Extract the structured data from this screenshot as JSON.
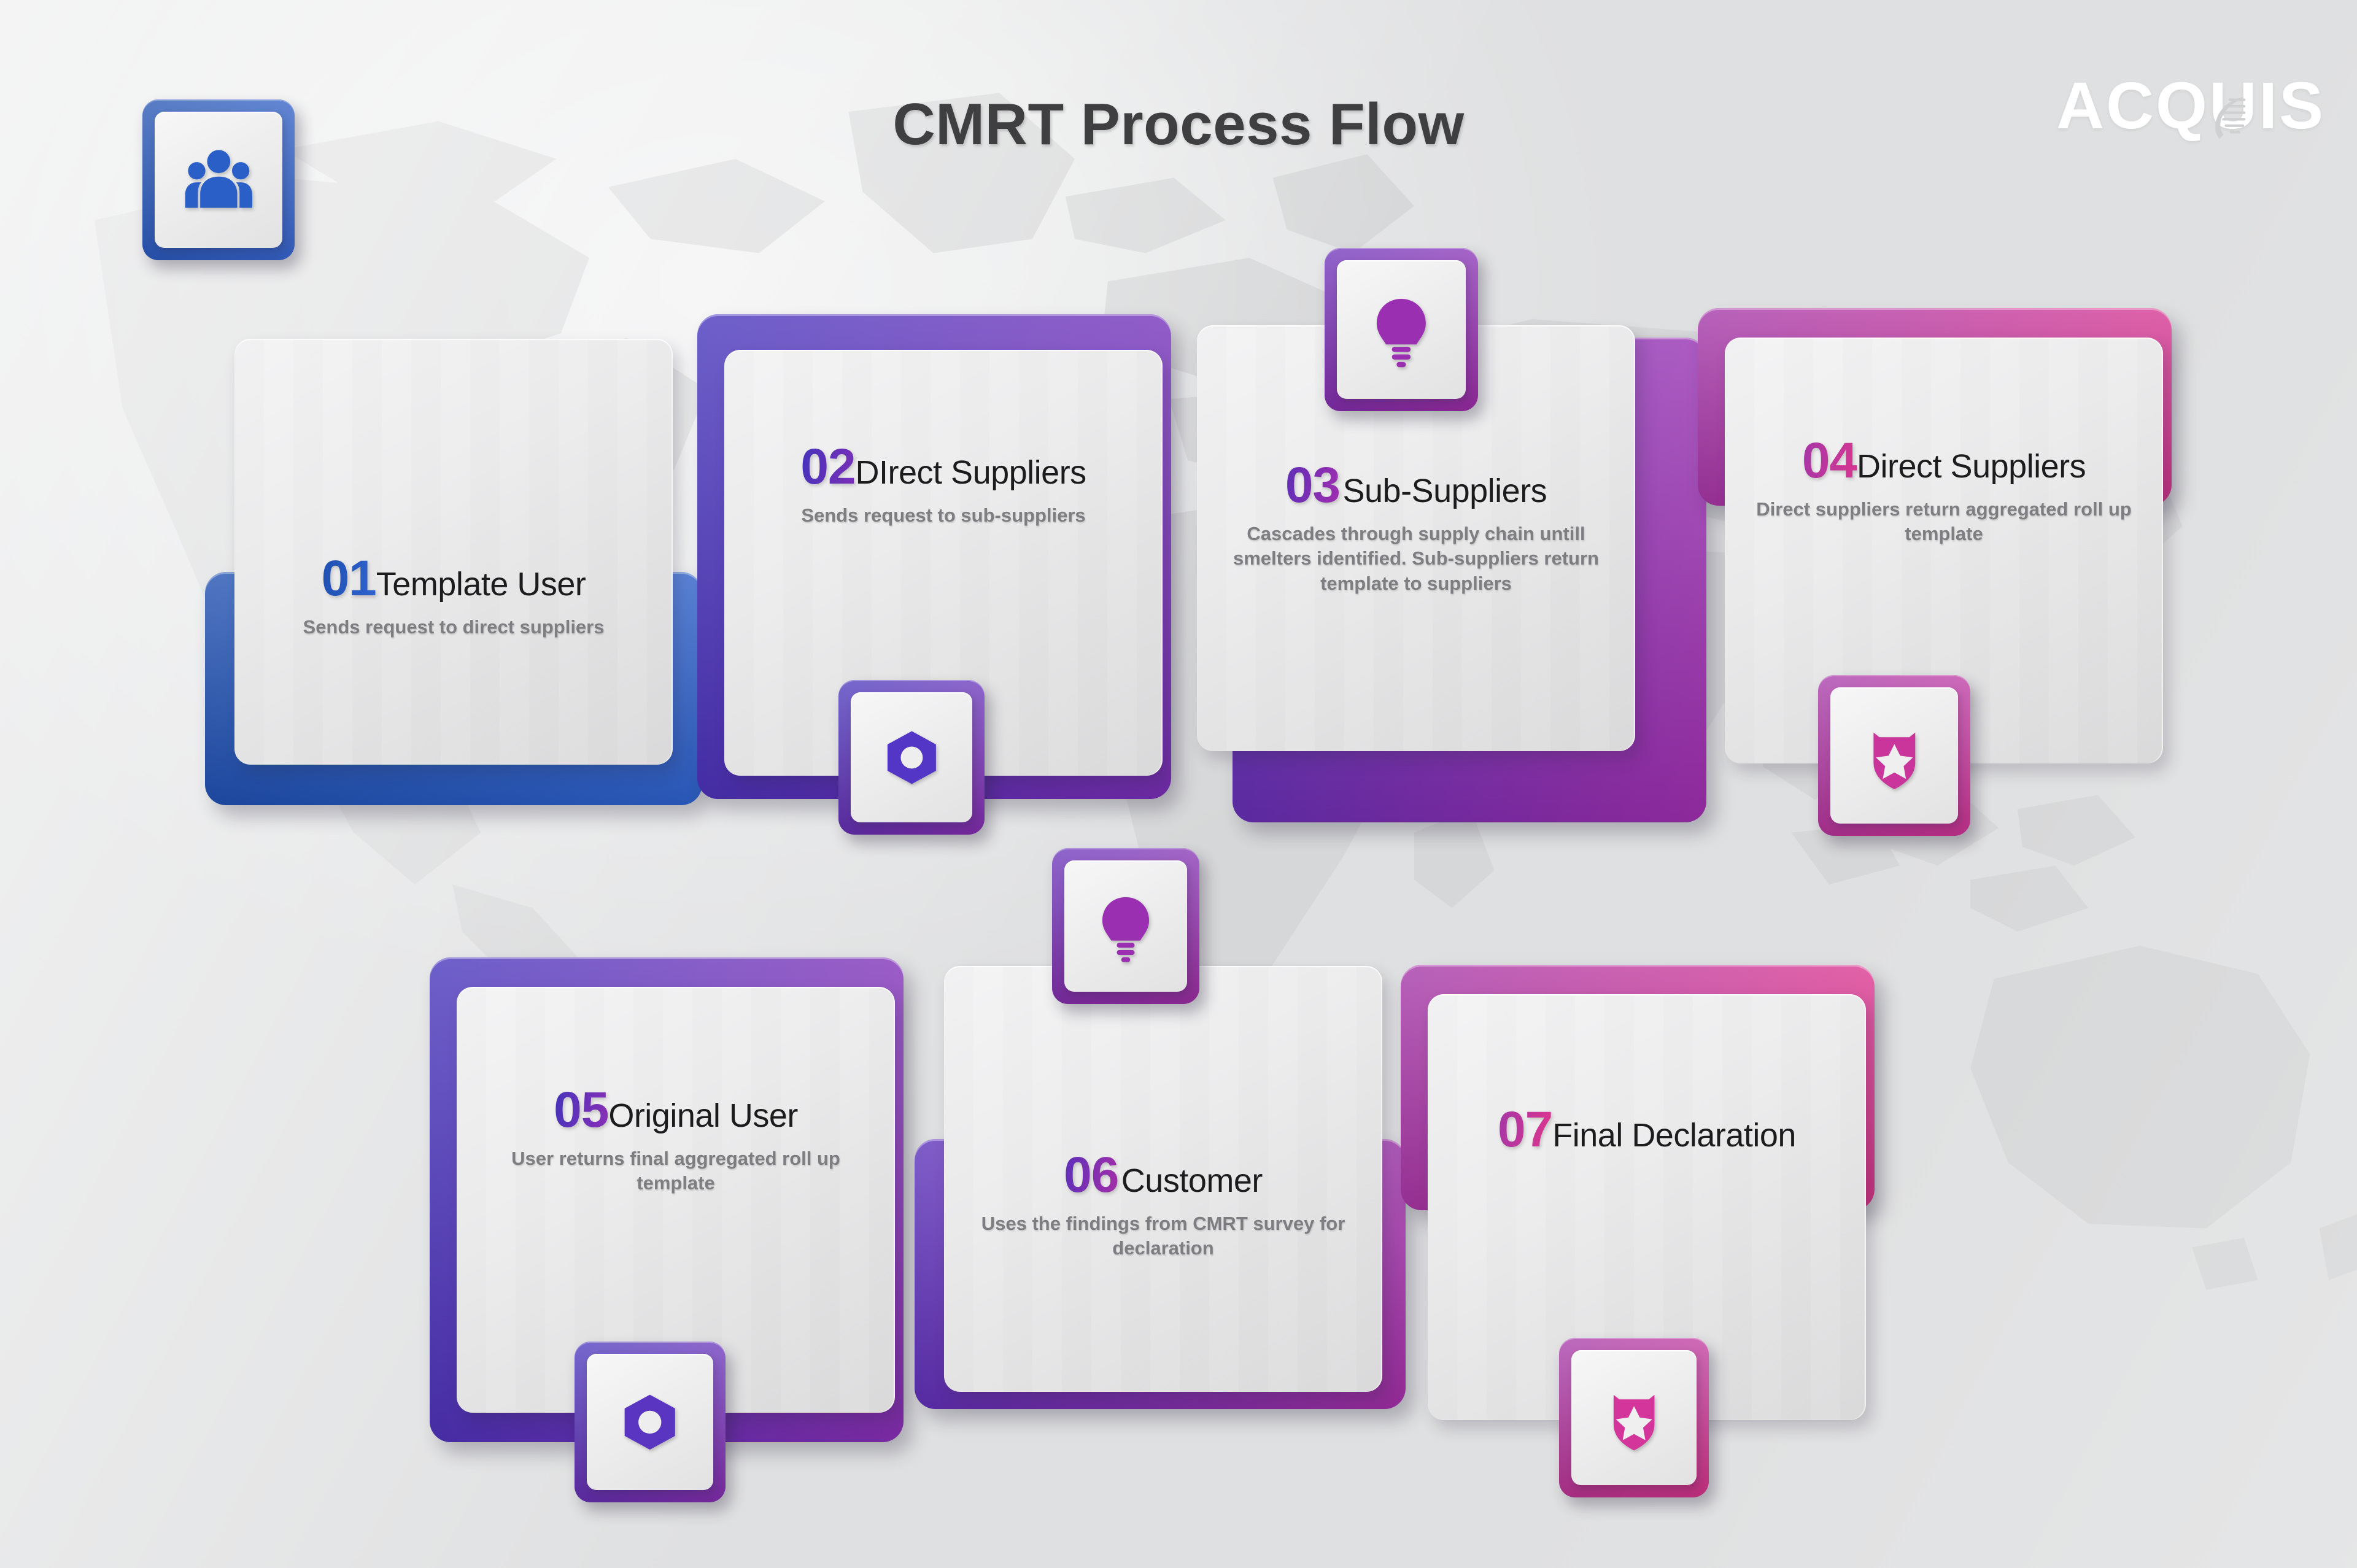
{
  "header": {
    "title": "CMRT Process Flow",
    "logo_text": "ACQUIS",
    "logo_icon": "leaf-icon"
  },
  "palette": {
    "background": "#e9eaeb",
    "title_color": "#3f3f42",
    "logo_color": "#ffffff",
    "desc_color": "#7d7d82",
    "title_text_color": "#1c1c1e",
    "step01_from": "#1f4fb0",
    "step01_to": "#2f63cf",
    "step02_from": "#4433bb",
    "step02_to": "#7c2fb8",
    "step03_from": "#5c2fb6",
    "step03_to": "#a12eb0",
    "step04_from": "#a336a8",
    "step04_to": "#d9368f",
    "step05_from": "#4433bb",
    "step05_to": "#8a2fb6",
    "step06_from": "#5a30ba",
    "step06_to": "#a62fa8",
    "step07_from": "#a336a8",
    "step07_to": "#e0368c"
  },
  "steps": [
    {
      "number": "01",
      "title": "Template User",
      "desc": "Sends request to  direct suppliers",
      "icon": "people-group-icon",
      "accent_from": "#1f4fb0",
      "accent_to": "#2f63cf"
    },
    {
      "number": "02",
      "title": "DIrect Suppliers",
      "desc": "Sends request to sub-suppliers",
      "icon": "hex-nut-icon",
      "accent_from": "#4433bb",
      "accent_to": "#7c2fb8"
    },
    {
      "number": "03",
      "title": "Sub-Suppliers",
      "desc": "Cascades through supply chain untill smelters identified. Sub-suppliers return template to suppliers",
      "icon": "lightbulb-icon",
      "accent_from": "#5c2fb6",
      "accent_to": "#a12eb0"
    },
    {
      "number": "04",
      "title": "Direct Suppliers",
      "desc": "Direct suppliers return aggregated roll up template",
      "icon": "shield-star-icon",
      "accent_from": "#a336a8",
      "accent_to": "#d9368f"
    },
    {
      "number": "05",
      "title": "Original User",
      "desc": "User returns final aggregated roll up template",
      "icon": "hex-nut-icon",
      "accent_from": "#4433bb",
      "accent_to": "#8a2fb6"
    },
    {
      "number": "06",
      "title": "Customer",
      "desc": "Uses the findings from CMRT survey for declaration",
      "icon": "lightbulb-icon",
      "accent_from": "#5a30ba",
      "accent_to": "#a62fa8"
    },
    {
      "number": "07",
      "title": "Final Declaration",
      "desc": "",
      "icon": "shield-star-icon",
      "accent_from": "#a336a8",
      "accent_to": "#e0368c"
    }
  ]
}
